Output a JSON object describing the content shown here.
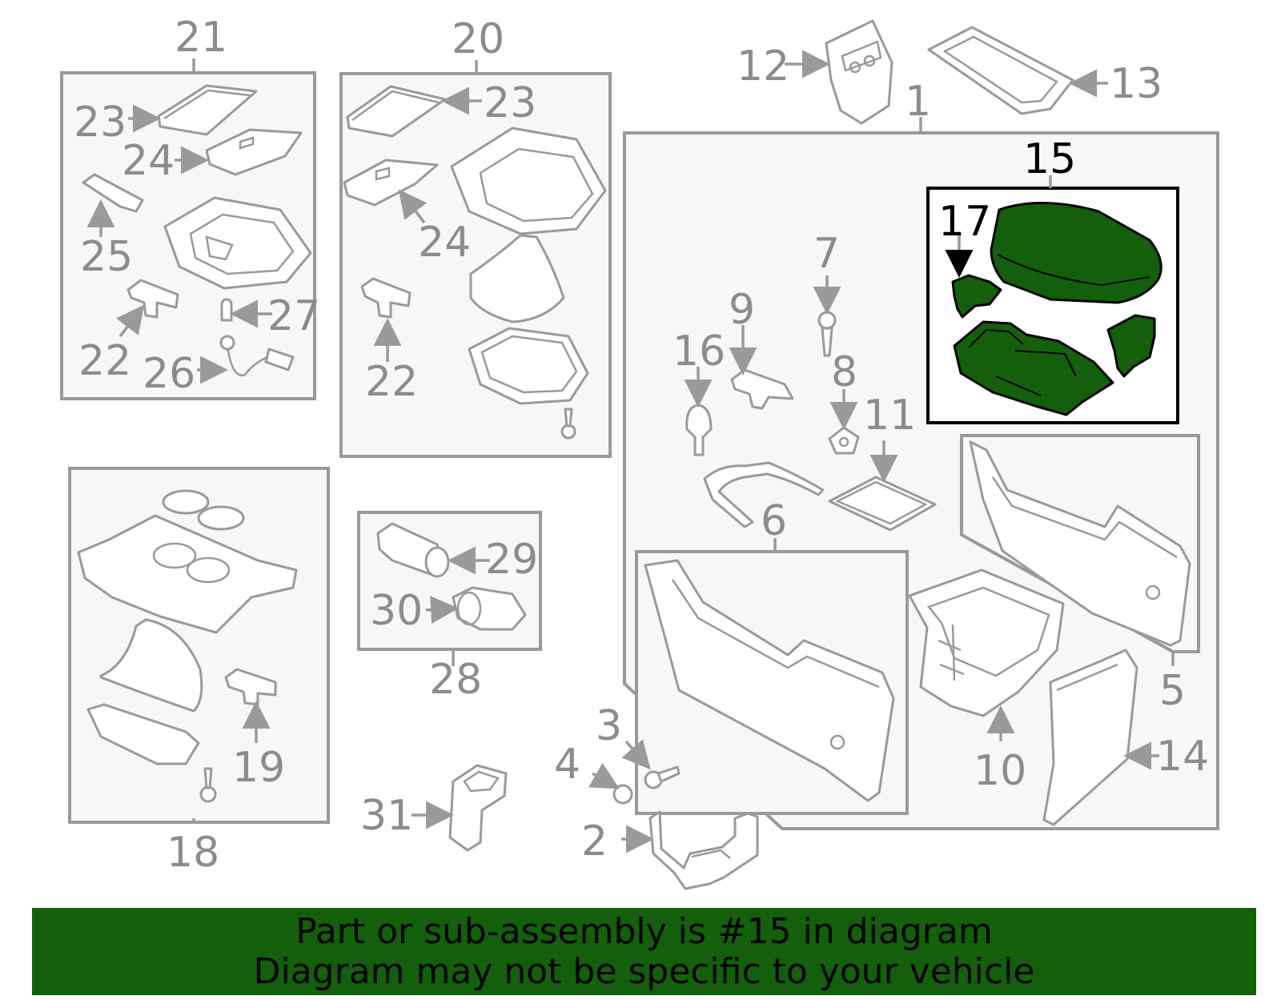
{
  "callouts": {
    "c1": "1",
    "c2": "2",
    "c3": "3",
    "c4": "4",
    "c5": "5",
    "c6": "6",
    "c7": "7",
    "c8": "8",
    "c9": "9",
    "c10": "10",
    "c11": "11",
    "c12": "12",
    "c13": "13",
    "c14": "14",
    "c15": "15",
    "c16": "16",
    "c17": "17",
    "c18": "18",
    "c19": "19",
    "c20": "20",
    "c21": "21",
    "c22": "22",
    "c23": "23",
    "c24": "24",
    "c25": "25",
    "c26": "26",
    "c27": "27",
    "c28": "28",
    "c29": "29",
    "c30": "30",
    "c31": "31"
  },
  "highlighted_part": "15",
  "highlight_color": "#135f0b",
  "banner": {
    "line1": "Part or sub-assembly is #15 in diagram",
    "line2": "Diagram may not be specific to your vehicle"
  }
}
